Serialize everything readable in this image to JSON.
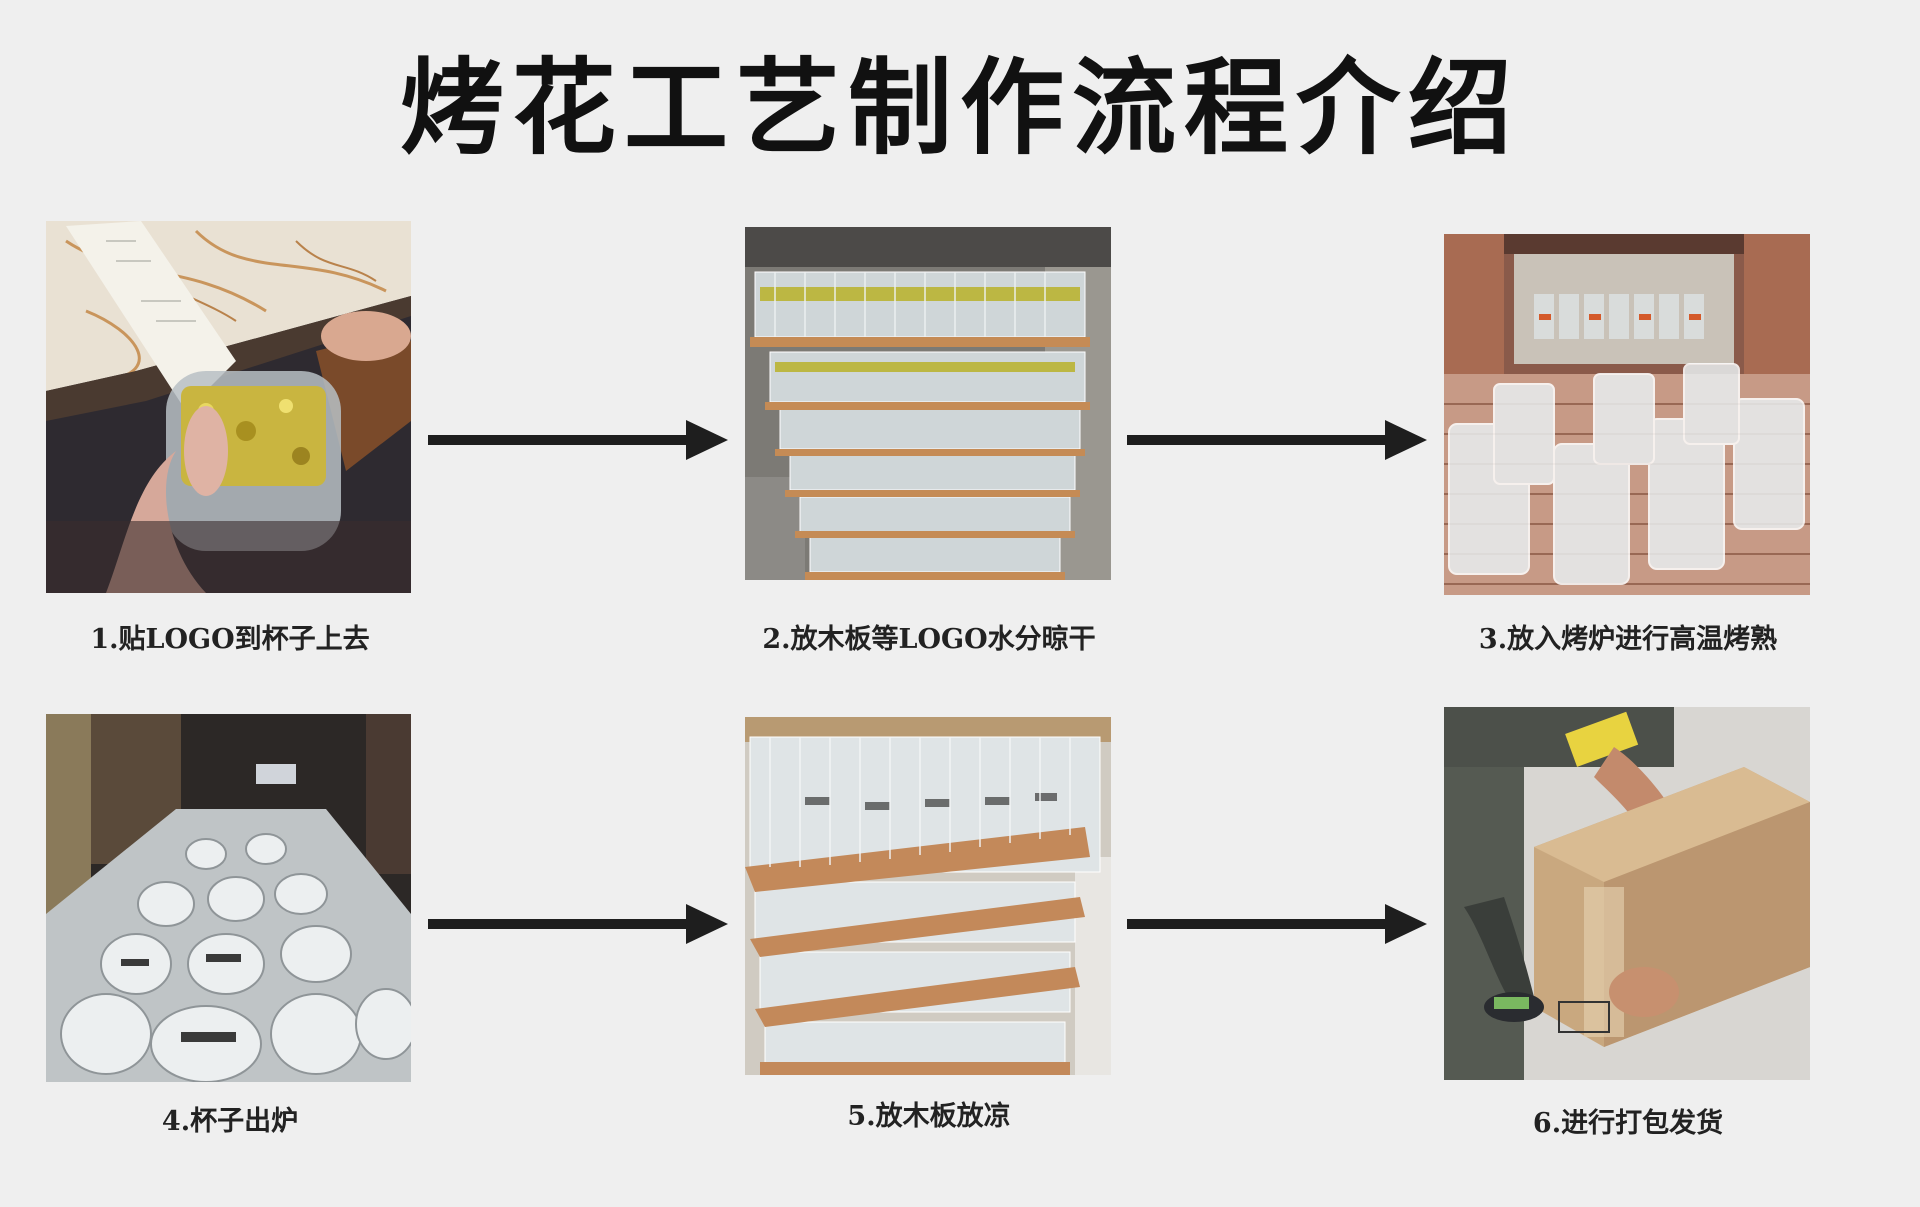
{
  "title": "烤花工艺制作流程介绍",
  "steps": [
    {
      "caption": "1.贴LOGO到杯子上去"
    },
    {
      "caption": "2.放木板等LOGO水分晾干"
    },
    {
      "caption": "3.放入烤炉进行高温烤熟"
    },
    {
      "caption": "4.杯子出炉"
    },
    {
      "caption": "5.放木板放凉"
    },
    {
      "caption": "6.进行打包发货"
    }
  ],
  "colors": {
    "background": "#efefef",
    "title": "#111111",
    "arrow": "#1e1e1e",
    "caption": "#222222"
  }
}
